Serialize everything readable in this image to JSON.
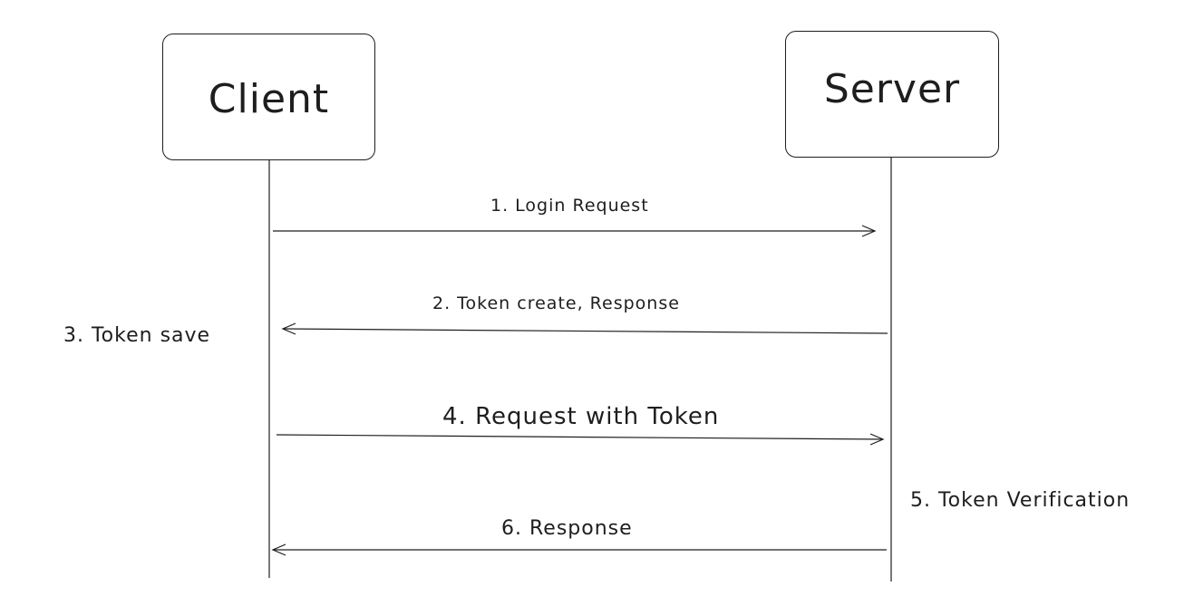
{
  "participants": {
    "client": "Client",
    "server": "Server"
  },
  "messages": [
    {
      "label": "1. Login Request",
      "from": "client",
      "to": "server"
    },
    {
      "label": "2. Token create, Response",
      "from": "server",
      "to": "client"
    },
    {
      "label": "4. Request with Token",
      "from": "client",
      "to": "server"
    },
    {
      "label": "6. Response",
      "from": "server",
      "to": "client"
    }
  ],
  "notes": [
    {
      "label": "3. Token save",
      "side": "client"
    },
    {
      "label": "5. Token Verification",
      "side": "server"
    }
  ]
}
